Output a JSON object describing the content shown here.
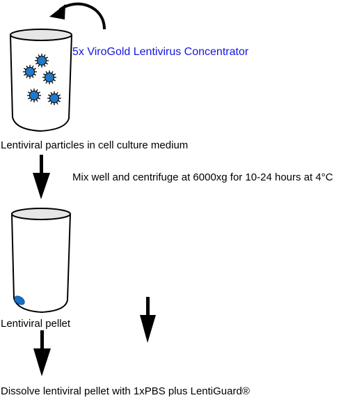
{
  "reagent_label": "5x ViroGold Lentivirus Concentrator",
  "step1_label": "Lentiviral particles in cell culture medium",
  "instruction": "Mix well and centrifuge at 6000xg for 10-24 hours at 4°C",
  "step2_label": "Lentiviral pellet",
  "step3_label": "Dissolve lentiviral pellet with 1xPBS plus LentiGuard®",
  "colors": {
    "reagent_text": "#1515e0",
    "particle_fill": "#1f78c8",
    "pellet_fill": "#1a6fc4",
    "tube_rim": "#e6e6e6",
    "stroke": "#000000"
  }
}
